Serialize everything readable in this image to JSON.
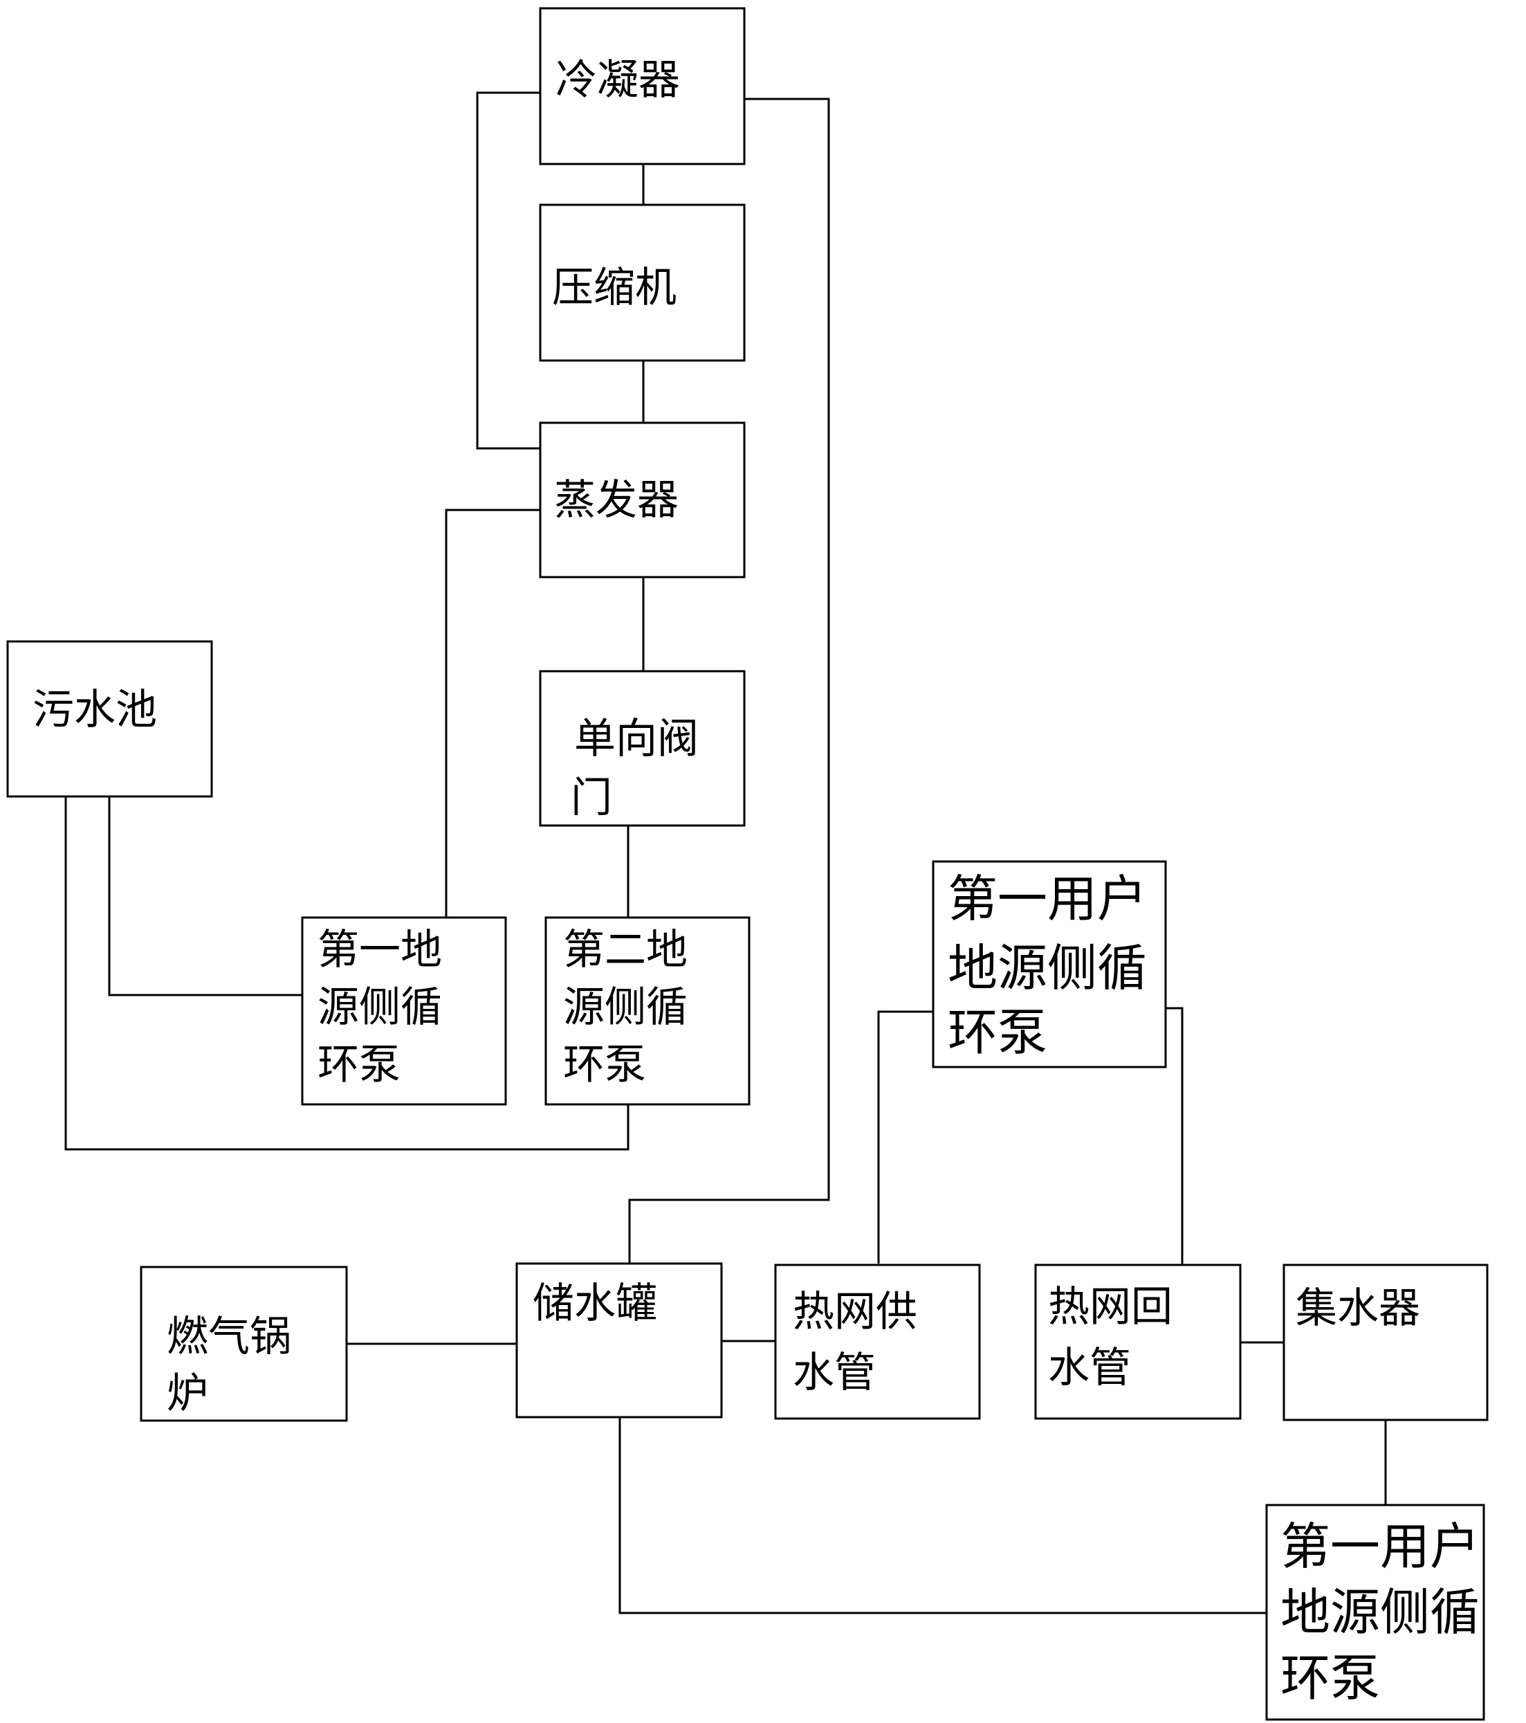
{
  "diagram": {
    "nodes": {
      "condenser": {
        "lines": [
          "冷凝器"
        ]
      },
      "compressor": {
        "lines": [
          "压缩机"
        ]
      },
      "evaporator": {
        "lines": [
          "蒸发器"
        ]
      },
      "check_valve": {
        "lines": [
          "单向阀",
          "门"
        ]
      },
      "sewage_pool": {
        "lines": [
          "污水池"
        ]
      },
      "pump_1": {
        "lines": [
          "第一地",
          "源侧循",
          "环泵"
        ]
      },
      "pump_2": {
        "lines": [
          "第二地",
          "源侧循",
          "环泵"
        ]
      },
      "user_pump_top": {
        "lines": [
          "第一用户",
          "地源侧循",
          "环泵"
        ]
      },
      "gas_boiler": {
        "lines": [
          "燃气锅",
          "炉"
        ]
      },
      "water_tank": {
        "lines": [
          "储水罐"
        ]
      },
      "supply_pipe": {
        "lines": [
          "热网供",
          "水管"
        ]
      },
      "return_pipe": {
        "lines": [
          "热网回",
          "水管"
        ]
      },
      "collector": {
        "lines": [
          "集水器"
        ]
      },
      "user_pump_bottom": {
        "lines": [
          "第一用户",
          "地源侧循",
          "环泵"
        ]
      }
    }
  }
}
